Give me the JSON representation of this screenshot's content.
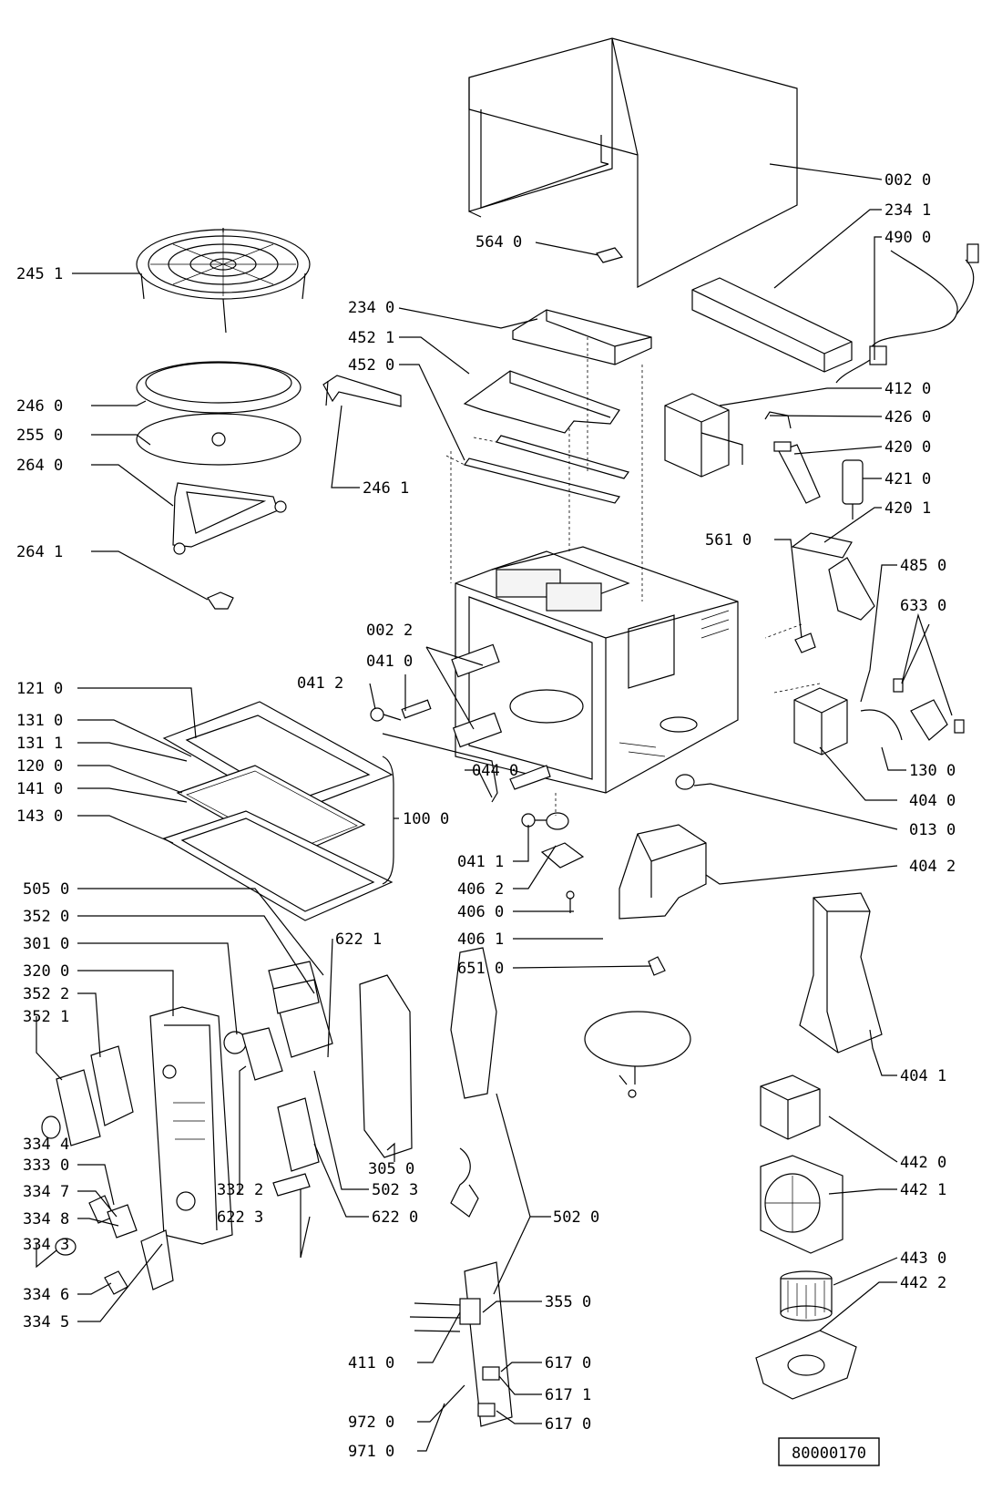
{
  "diagram": {
    "document_number": "80000170",
    "labels": {
      "L0020": "002 0",
      "L2341": "234 1",
      "L4900": "490 0",
      "L5640": "564 0",
      "L2451": "245 1",
      "L2340": "234 0",
      "L4521": "452 1",
      "L4520": "452 0",
      "L4120": "412 0",
      "L4260": "426 0",
      "L4200": "420 0",
      "L4210": "421 0",
      "L4201": "420 1",
      "L2460": "246 0",
      "L2550": "255 0",
      "L2640": "264 0",
      "L2461": "246 1",
      "L2641": "264 1",
      "L5610": "561 0",
      "L4850": "485 0",
      "L6330": "633 0",
      "L0022": "002 2",
      "L0410": "041 0",
      "L0412": "041 2",
      "L1210": "121 0",
      "L1310": "131 0",
      "L1311": "131 1",
      "L1200": "120 0",
      "L1410": "141 0",
      "L1430": "143 0",
      "L1000": "100 0",
      "L0440": "044 0",
      "L1300": "130 0",
      "L4040": "404 0",
      "L0130": "013 0",
      "L0411": "041 1",
      "L4062": "406 2",
      "L4060": "406 0",
      "L4061": "406 1",
      "L6510": "651 0",
      "L4042": "404 2",
      "L5050": "505 0",
      "L3520": "352 0",
      "L3010": "301 0",
      "L3200": "320 0",
      "L3522": "352 2",
      "L3521": "352 1",
      "L3344": "334 4",
      "L3330": "333 0",
      "L3347": "334 7",
      "L3348": "334 8",
      "L3343": "334 3",
      "L3346": "334 6",
      "L3345": "334 5",
      "L6221": "622 1",
      "L3050": "305 0",
      "L5023": "502 3",
      "L6220": "622 0",
      "L3322": "332 2",
      "L6223": "622 3",
      "L5020": "502 0",
      "L4041": "404 1",
      "L4420": "442 0",
      "L4421": "442 1",
      "L4430": "443 0",
      "L4422": "442 2",
      "L3550": "355 0",
      "L4110": "411 0",
      "L6170a": "617 0",
      "L6171": "617 1",
      "L6170b": "617 0",
      "L9720": "972 0",
      "L9710": "971 0"
    }
  }
}
